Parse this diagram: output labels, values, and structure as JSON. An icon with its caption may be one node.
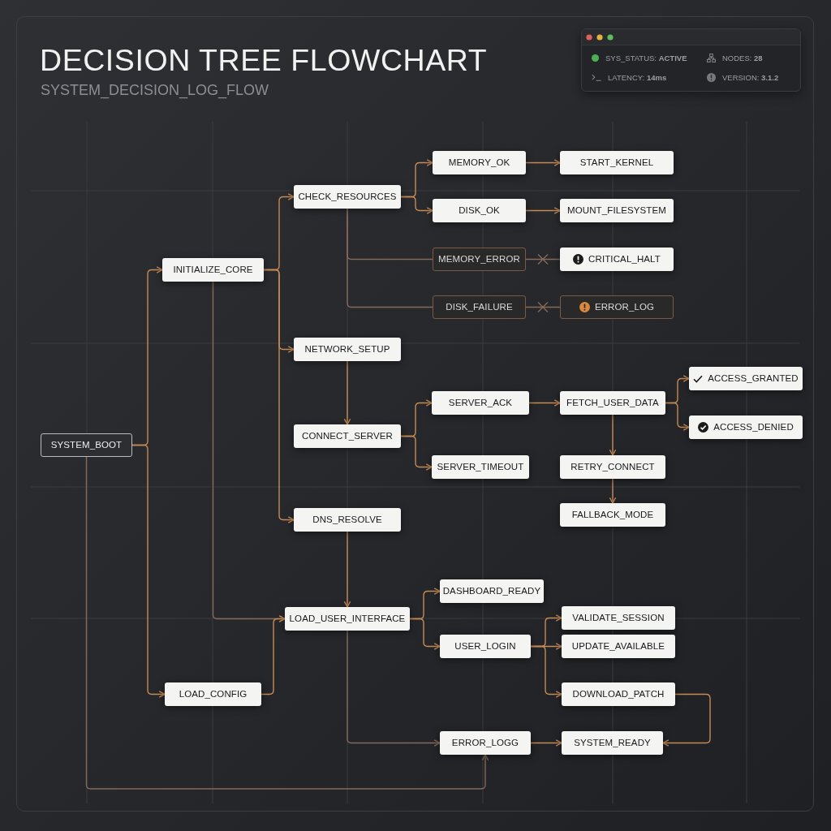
{
  "diagram": {
    "title": "DECISION TREE FLOWCHART",
    "nodes": [
      {
        "text": [
          "SYSTEM_BOOT"
        ]
      },
      {
        "text": [
          "INITIALIZE_CORE"
        ]
      },
      {
        "text": [
          "LOAD_CONFIG"
        ]
      },
      {
        "text": [
          "CHECK_RESOURCES"
        ]
      },
      {
        "text": [
          "NETWORK_SETUP"
        ]
      },
      {
        "text": [
          "CONNECT_SERVER"
        ]
      },
      {
        "text": [
          "DNS_RESOLVE"
        ]
      },
      {
        "text": [
          "MEMORY_OK"
        ]
      },
      {
        "text": [
          "DISK_OK"
        ]
      },
      {
        "text": [
          "MEMORY_ERROR"
        ]
      },
      {
        "text": [
          "DISK_FAILURE"
        ]
      },
      {
        "text": [
          "START_KERNEL"
        ]
      },
      {
        "text": [
          "MOUNT_FILESYSTEM"
        ]
      },
      {
        "text": [
          "CRITICAL_HALT"
        ]
      },
      {
        "text": [
          "ERROR_LOG"
        ]
      },
      {
        "text": [
          "SERVER_ACK"
        ]
      },
      {
        "text": [
          "SERVER_TIMEOUT"
        ]
      },
      {
        "text": [
          "FETCH_USER_DATA"
        ]
      },
      {
        "text": [
          "RETRY_CONNECT"
        ]
      },
      {
        "text": [
          "FALLBACK_MODE"
        ]
      },
      {
        "text": [
          "ACCESS_GRANTED"
        ]
      },
      {
        "text": [
          "ACCESS_DENIED"
        ]
      },
      {
        "text": [
          "LOAD_USER_INTERFACE"
        ]
      },
      {
        "text": [
          "DASHBOARD_READY"
        ]
      },
      {
        "text": [
          "USER_LOGIN"
        ]
      },
      {
        "text": [
          "VALIDATE_SESSION"
        ]
      },
      {
        "text": [
          "UPDATE_AVAILABLE"
        ]
      },
      {
        "text": [
          "DOWNLOAD_PATCH"
        ]
      },
      {
        "text": [
          "ERROR_LOGG"
        ]
      },
      {
        "text": [
          "SYSTEM_READY"
        ]
      }
    ],
    "edges": [
      {
        "from": 0,
        "to": 1,
        "arrow": "to"
      },
      {
        "from": 0,
        "to": 2,
        "arrow": "to"
      },
      {
        "from": 0,
        "to": 28,
        "arrow": "to",
        "color": "#86695a"
      },
      {
        "from": 1,
        "to": 3,
        "arrow": "to"
      },
      {
        "from": 1,
        "to": 4,
        "arrow": "to"
      },
      {
        "from": 1,
        "to": 6,
        "arrow": "to"
      },
      {
        "from": 1,
        "to": 22,
        "arrow": "to",
        "color": "#86695a"
      },
      {
        "from": 2,
        "to": 22,
        "arrow": "to"
      },
      {
        "from": 3,
        "to": 7,
        "arrow": "to"
      },
      {
        "from": 3,
        "to": 8,
        "arrow": "to"
      },
      {
        "from": 3,
        "to": 9,
        "arrow": "none",
        "color": "#86695a"
      },
      {
        "from": 3,
        "to": 10,
        "arrow": "none",
        "color": "#86695a"
      },
      {
        "from": 7,
        "to": 11,
        "arrow": "to"
      },
      {
        "from": 8,
        "to": 12,
        "arrow": "to"
      },
      {
        "from": 9,
        "to": 13,
        "arrow": "none",
        "color": "#86695a"
      },
      {
        "from": 10,
        "to": 14,
        "arrow": "none",
        "color": "#86695a"
      },
      {
        "from": 4,
        "to": 5,
        "arrow": "to"
      },
      {
        "from": 5,
        "to": 15,
        "arrow": "to"
      },
      {
        "from": 5,
        "to": 16,
        "arrow": "to"
      },
      {
        "from": 15,
        "to": 17,
        "arrow": "to"
      },
      {
        "from": 17,
        "to": 20,
        "arrow": "to"
      },
      {
        "from": 17,
        "to": 21,
        "arrow": "to"
      },
      {
        "from": 17,
        "to": 18,
        "arrow": "to"
      },
      {
        "from": 18,
        "to": 19,
        "arrow": "to"
      },
      {
        "from": 6,
        "to": 22,
        "arrow": "to"
      },
      {
        "from": 22,
        "to": 23,
        "arrow": "to"
      },
      {
        "from": 22,
        "to": 24,
        "arrow": "to"
      },
      {
        "from": 22,
        "to": 28,
        "arrow": "to",
        "color": "#86695a"
      },
      {
        "from": 24,
        "to": 25,
        "arrow": "to"
      },
      {
        "from": 24,
        "to": 26,
        "arrow": "to"
      },
      {
        "from": 24,
        "to": 27,
        "arrow": "to"
      },
      {
        "from": 27,
        "to": 29,
        "arrow": "to"
      },
      {
        "from": 28,
        "to": 29,
        "arrow": "to"
      }
    ],
    "labels": [
      "SYSTEM_DECISION_LOG_FLOW",
      "SYS_STATUS: **ACTIVE**",
      "NODES: **28**",
      "LATENCY: **14ms**",
      "VERSION: **3.1.2**"
    ]
  }
}
